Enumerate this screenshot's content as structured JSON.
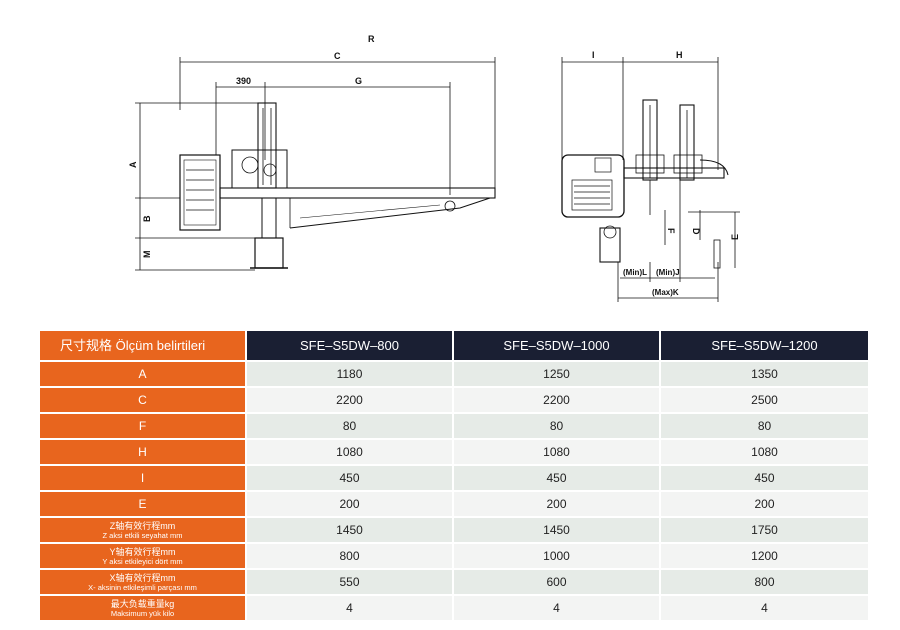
{
  "drawing": {
    "dims": {
      "R": "R",
      "C": "C",
      "d390": "390",
      "G": "G",
      "A": "A",
      "B": "B",
      "M": "M",
      "I": "I",
      "H": "H",
      "F": "F",
      "D": "D",
      "E": "E",
      "minL": "(Min)L",
      "minJ": "(Min)J",
      "maxK": "(Max)K"
    }
  },
  "table": {
    "header": [
      "尺寸规格 Ölçüm belirtileri",
      "SFE–S5DW–800",
      "SFE–S5DW–1000",
      "SFE–S5DW–1200"
    ],
    "rows": [
      {
        "label": "A",
        "values": [
          "1180",
          "1250",
          "1350"
        ]
      },
      {
        "label": "C",
        "values": [
          "2200",
          "2200",
          "2500"
        ]
      },
      {
        "label": "F",
        "values": [
          "80",
          "80",
          "80"
        ]
      },
      {
        "label": "H",
        "values": [
          "1080",
          "1080",
          "1080"
        ]
      },
      {
        "label": "I",
        "values": [
          "450",
          "450",
          "450"
        ]
      },
      {
        "label": "E",
        "values": [
          "200",
          "200",
          "200"
        ]
      },
      {
        "label_cn": "Z轴有效行程mm",
        "label_tr": "Z aksi etkili seyahat mm",
        "values": [
          "1450",
          "1450",
          "1750"
        ]
      },
      {
        "label_cn": "Y轴有效行程mm",
        "label_tr": "Y aksi etkileyici dört mm",
        "values": [
          "800",
          "1000",
          "1200"
        ]
      },
      {
        "label_cn": "X轴有效行程mm",
        "label_tr": "X- aksinin etkileşimli parçası mm",
        "values": [
          "550",
          "600",
          "800"
        ]
      },
      {
        "label_cn": "最大负载重量kg",
        "label_tr": "Maksimum yük kilo",
        "values": [
          "4",
          "4",
          "4"
        ]
      }
    ]
  }
}
